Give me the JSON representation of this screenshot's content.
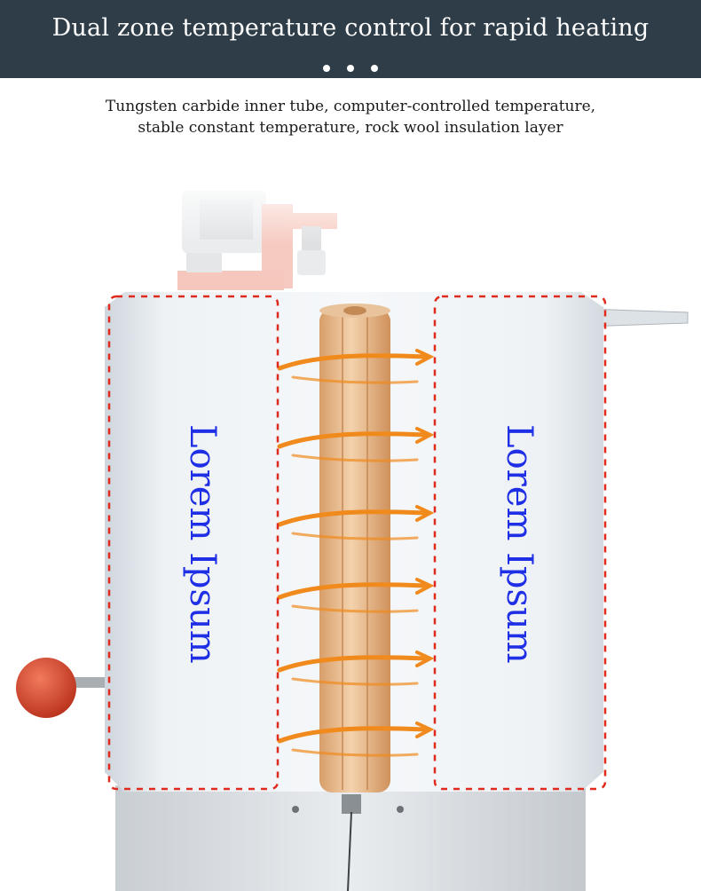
{
  "header": {
    "title": "Dual zone temperature control for rapid heating",
    "dots": 3
  },
  "subtitle": {
    "line1": "Tungsten carbide inner tube, computer-controlled temperature,",
    "line2": "stable constant temperature, rock wool insulation layer"
  },
  "zones": {
    "left_label": "Lorem Ipsum",
    "right_label": "Lorem Ipsum"
  },
  "colors": {
    "header_bg": "#2e3d47",
    "zone_outline": "#e02a1e",
    "zone_label": "#1f2fe6",
    "heat_arrow": "#f08a1c",
    "tube": "#e8b98a",
    "knob": "#d8432a"
  }
}
